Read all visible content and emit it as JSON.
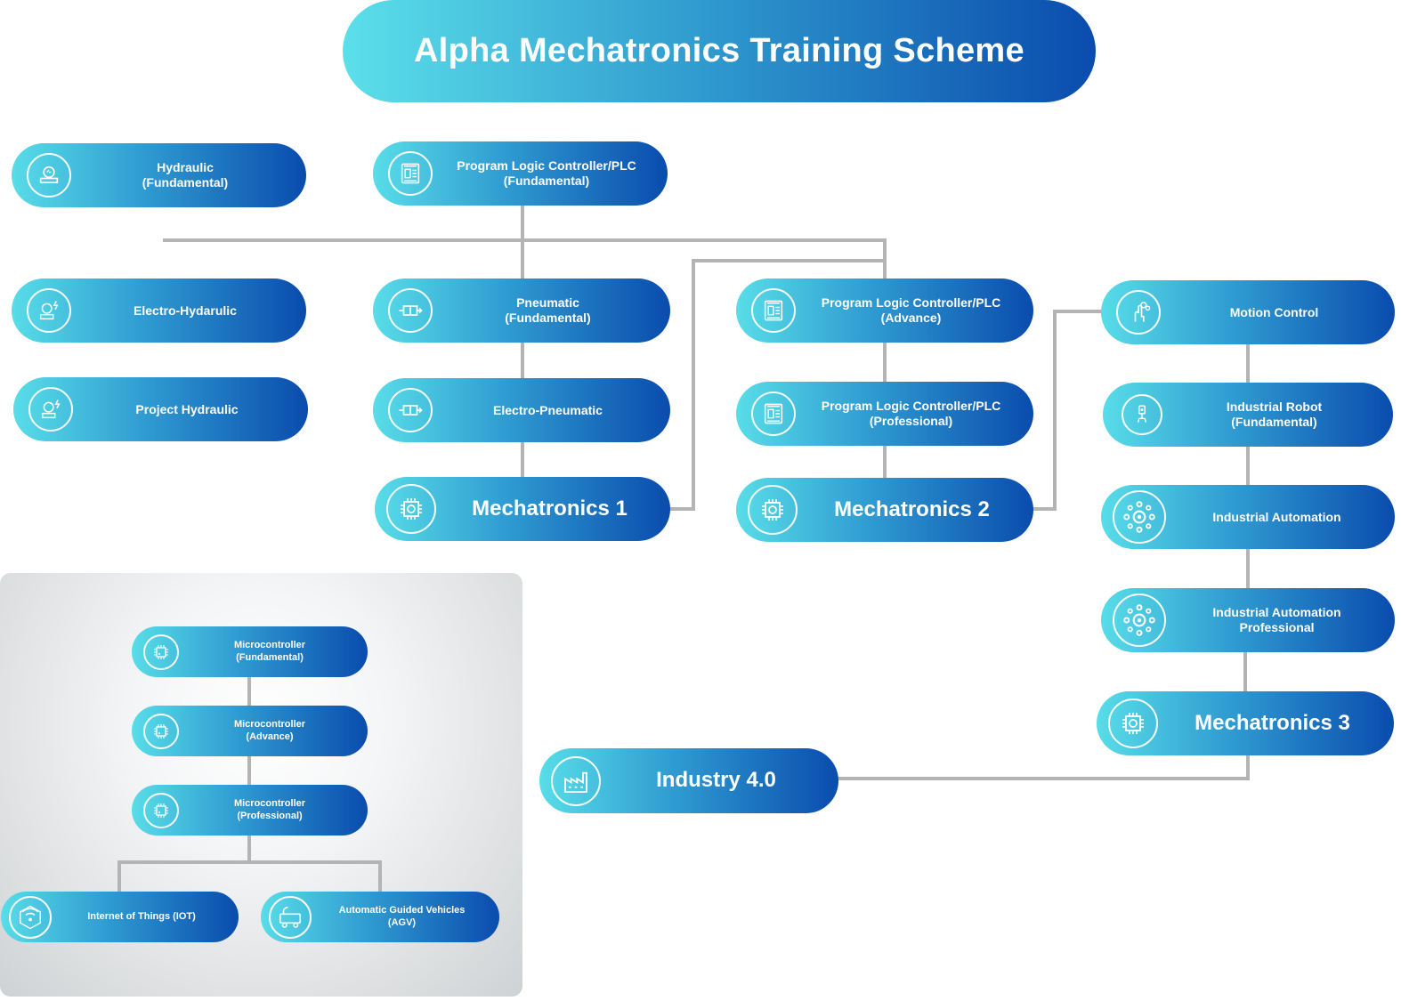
{
  "title": "Alpha Mechatronics Training Scheme",
  "colors": {
    "gradient_start": "#58dde8",
    "gradient_end": "#0a4cad",
    "connector": "#b4b4b4"
  },
  "nodes": {
    "hydraulic_fundamental": {
      "line1": "Hydraulic",
      "line2": "(Fundamental)",
      "icon": "pressure-gauge-icon"
    },
    "electro_hydraulic": {
      "line1": "Electro-Hydarulic",
      "icon": "electro-gauge-icon"
    },
    "project_hydraulic": {
      "line1": "Project Hydraulic",
      "icon": "electro-gauge-icon"
    },
    "plc_fundamental": {
      "line1": "Program Logic Controller/PLC",
      "line2": "(Fundamental)",
      "icon": "plc-icon"
    },
    "pneumatic_fundamental": {
      "line1": "Pneumatic",
      "line2": "(Fundamental)",
      "icon": "valve-icon"
    },
    "electro_pneumatic": {
      "line1": "Electro-Pneumatic",
      "icon": "valve-icon"
    },
    "mechatronics_1": {
      "line1": "Mechatronics 1",
      "icon": "chip-gear-icon"
    },
    "plc_advance": {
      "line1": "Program Logic Controller/PLC",
      "line2": "(Advance)",
      "icon": "plc-icon"
    },
    "plc_professional": {
      "line1": "Program Logic Controller/PLC",
      "line2": "(Professional)",
      "icon": "plc-icon"
    },
    "mechatronics_2": {
      "line1": "Mechatronics 2",
      "icon": "chip-gear-icon"
    },
    "motion_control": {
      "line1": "Motion Control",
      "icon": "touch-hand-icon"
    },
    "industrial_robot": {
      "line1": "Industrial Robot",
      "line2": "(Fundamental)",
      "icon": "robot-arm-icon"
    },
    "industrial_automation": {
      "line1": "Industrial Automation",
      "icon": "gear-network-icon"
    },
    "industrial_automation_pro": {
      "line1": "Industrial Automation",
      "line2": "Professional",
      "icon": "gear-network-icon"
    },
    "mechatronics_3": {
      "line1": "Mechatronics 3",
      "icon": "chip-gear-icon"
    },
    "industry_4": {
      "line1": "Industry 4.0",
      "icon": "factory-icon"
    },
    "micro_fundamental": {
      "line1": "Microcontroller",
      "line2": "(Fundamental)",
      "icon": "microchip-icon"
    },
    "micro_advance": {
      "line1": "Microcontroller",
      "line2": "(Advance)",
      "icon": "microchip-icon"
    },
    "micro_professional": {
      "line1": "Microcontroller",
      "line2": "(Professional)",
      "icon": "microchip-icon"
    },
    "iot": {
      "line1": "Internet of Things (IOT)",
      "icon": "wireless-icon"
    },
    "agv": {
      "line1": "Automatic Guided Vehicles",
      "line2": "(AGV)",
      "icon": "vehicle-icon"
    }
  }
}
